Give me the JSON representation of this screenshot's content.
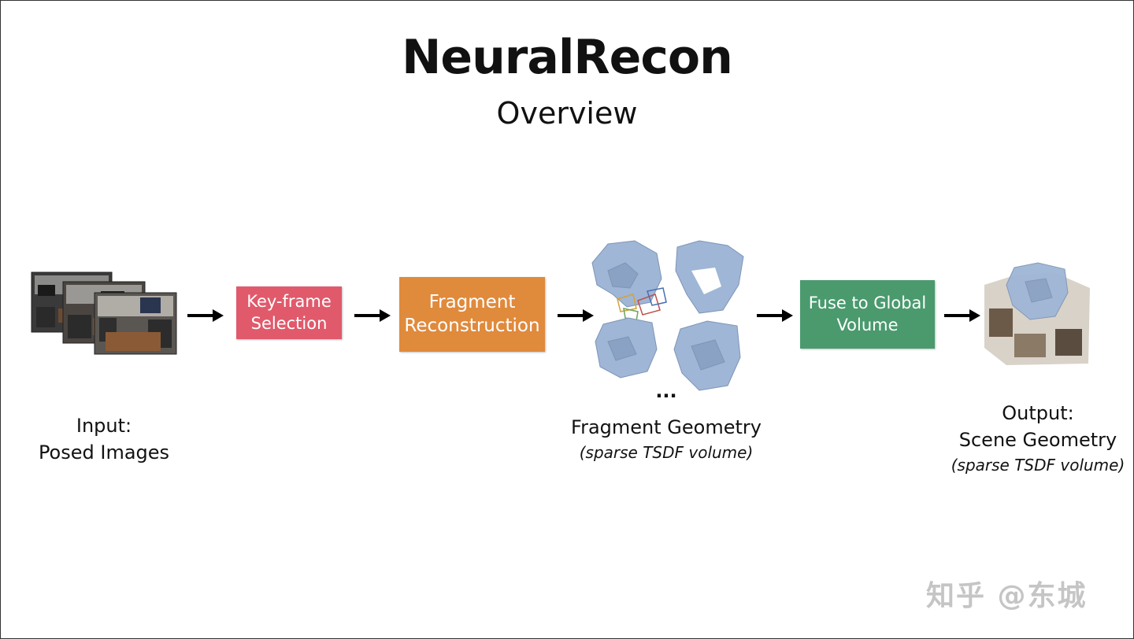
{
  "slide": {
    "title": "NeuralRecon",
    "subtitle": "Overview"
  },
  "nodes": {
    "keyframe": {
      "label_line1": "Key-frame",
      "label_line2": "Selection",
      "color": "#e05a6c"
    },
    "fragment_recon": {
      "label_line1": "Fragment",
      "label_line2": "Reconstruction",
      "color": "#e08a3c"
    },
    "fuse": {
      "label_line1": "Fuse to Global",
      "label_line2": "Volume",
      "color": "#4a9a6e"
    }
  },
  "labels": {
    "input": {
      "line1": "Input:",
      "line2": "Posed Images"
    },
    "fragment_geometry": {
      "line1": "Fragment Geometry",
      "line2": "(sparse TSDF volume)"
    },
    "ellipsis": "...",
    "output": {
      "line1": "Output:",
      "line2": "Scene Geometry",
      "line3": "(sparse TSDF volume)"
    }
  },
  "watermark": "知乎 @东城"
}
